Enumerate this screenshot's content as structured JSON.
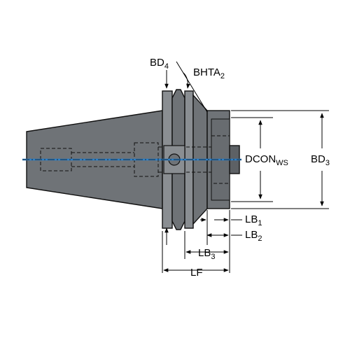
{
  "colors": {
    "body_fill": "#6f7377",
    "body_dark": "#5d6165",
    "flange_fill": "#8a8e92",
    "center_line": "#2b7fc8",
    "outline": "#111111",
    "dim_line": "#000000",
    "background": "#ffffff"
  },
  "labels": {
    "bd4": {
      "main": "BD",
      "sub": "4"
    },
    "bhta2": {
      "main": "BHTA",
      "sub": "2"
    },
    "dcon_ws": {
      "main": "DCON",
      "sub": "WS"
    },
    "bd3": {
      "main": "BD",
      "sub": "3"
    },
    "lb1": {
      "main": "LB",
      "sub": "1"
    },
    "lb2": {
      "main": "LB",
      "sub": "2"
    },
    "lb3": {
      "main": "LB",
      "sub": "3"
    },
    "lf": {
      "main": "LF",
      "sub": ""
    }
  }
}
